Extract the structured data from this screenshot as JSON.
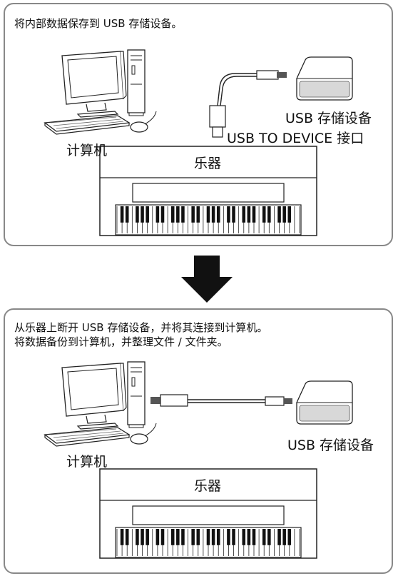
{
  "step1": {
    "instruction": "将内部数据保存到 USB 存储设备。",
    "computer_label": "计算机",
    "usb_device_label": "USB 存储设备",
    "port_label": "USB TO DEVICE 接口",
    "instrument_label": "乐器"
  },
  "arrow": {
    "icon": "down-arrow-icon"
  },
  "step2": {
    "instruction_line1": "从乐器上断开 USB 存储设备，并将其连接到计算机。",
    "instruction_line2": "将数据备份到计算机，并整理文件 / 文件夹。",
    "computer_label": "计算机",
    "usb_device_label": "USB 存储设备",
    "instrument_label": "乐器"
  }
}
